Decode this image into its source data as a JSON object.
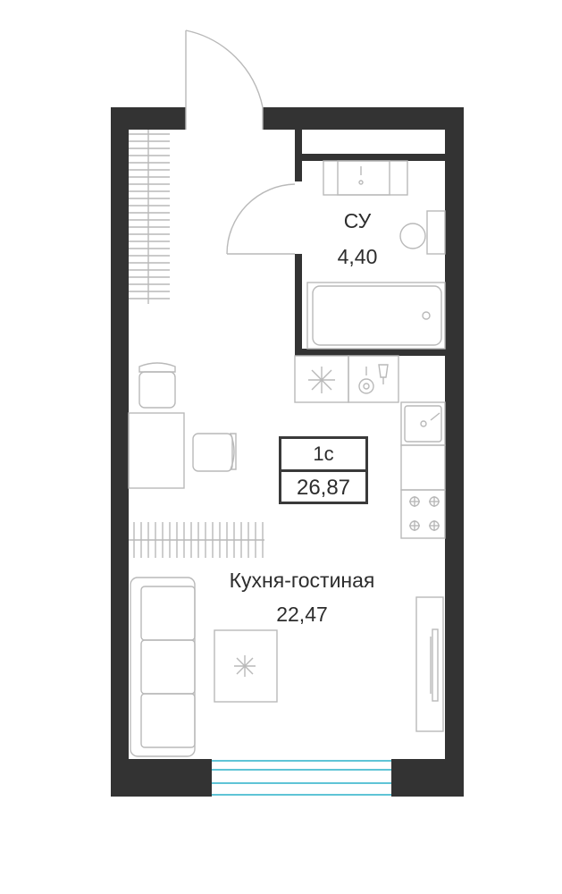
{
  "apartment": {
    "type": "1с",
    "total_area": "26,87"
  },
  "rooms": {
    "bathroom": {
      "name": "СУ",
      "area": "4,40"
    },
    "living": {
      "name": "Кухня-гостиная",
      "area": "22,47"
    }
  },
  "colors": {
    "wall": "#333333",
    "furniture_line": "#b9b9b9",
    "window": "#5fc4d6",
    "text": "#2d2d2d"
  }
}
